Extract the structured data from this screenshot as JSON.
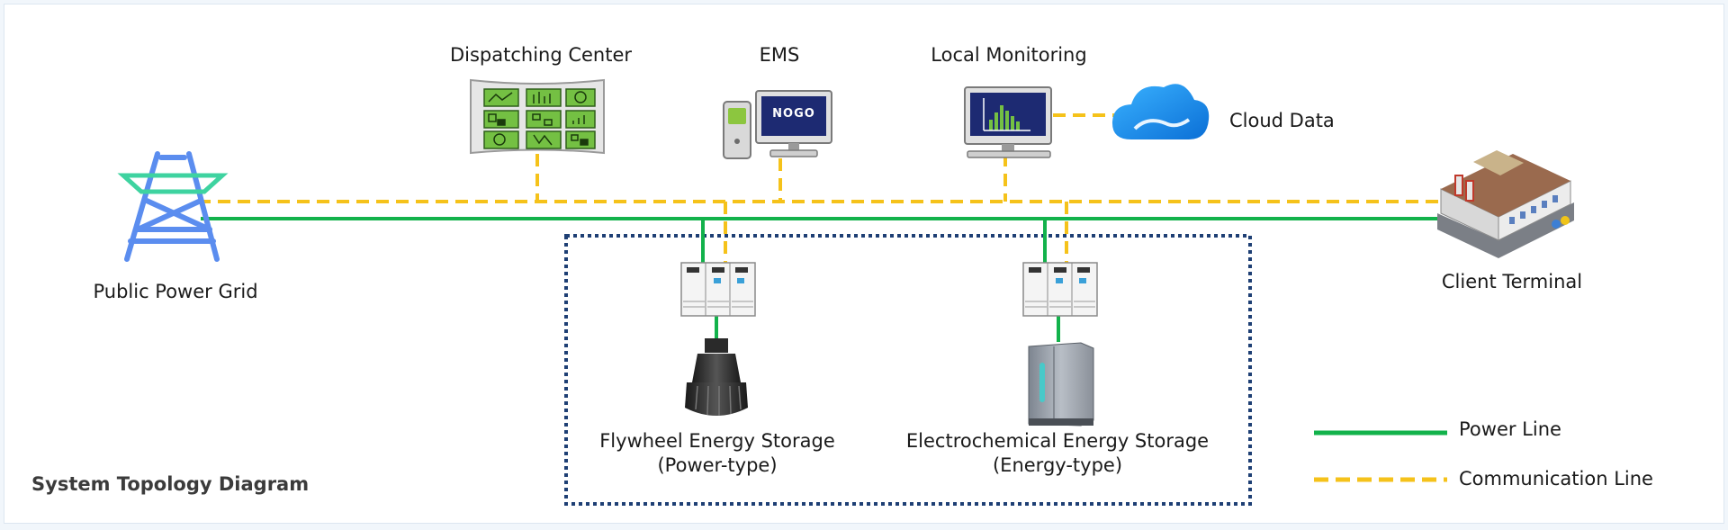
{
  "diagram": {
    "title": "System Topology Diagram",
    "nodes": {
      "public_grid": "Public Power Grid",
      "dispatching_center": "Dispatching Center",
      "ems": "EMS",
      "ems_brand": "NOGO",
      "local_monitoring": "Local Monitoring",
      "cloud_data": "Cloud Data",
      "client_terminal": "Client Terminal",
      "flywheel_line1": "Flywheel Energy Storage",
      "flywheel_line2": "(Power-type)",
      "electrochem_line1": "Electrochemical Energy Storage",
      "electrochem_line2": "(Energy-type)"
    },
    "legend": {
      "power_line": "Power Line",
      "communication_line": "Communication Line"
    },
    "colors": {
      "power_line": "#12b24b",
      "communication_line": "#f5c21a",
      "storage_boundary": "#1e3f74",
      "screen_green": "#74c043",
      "ems_screen": "#1d2a72",
      "cloud": "#1e8ee8",
      "tower": "#5b8def"
    },
    "icons": [
      "transmission-tower-icon",
      "dashboard-wall-icon",
      "computer-icon",
      "monitor-chart-icon",
      "cloud-icon",
      "factory-icon",
      "converter-cabinet-icon",
      "flywheel-icon",
      "battery-cabinet-icon"
    ]
  }
}
